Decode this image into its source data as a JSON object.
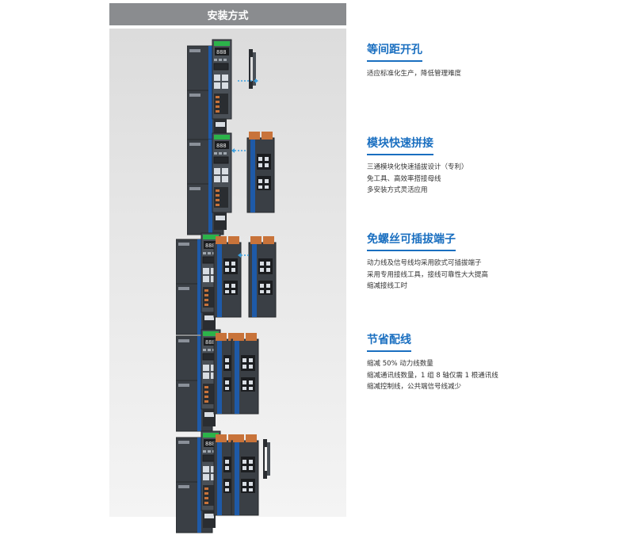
{
  "header": {
    "title": "安装方式"
  },
  "sections": [
    {
      "title": "等间距开孔",
      "lines": [
        "适应标准化生产，降低管理难度"
      ]
    },
    {
      "title": "模块快速拼接",
      "lines": [
        "三通模块化快速插拔设计（专利）",
        "免工具、高效率搭接母线",
        "多安装方式灵活应用"
      ]
    },
    {
      "title": "免螺丝可插拔端子",
      "lines": [
        "动力线及信号线均采用欧式可插拔端子",
        "采用专用接线工具，接线可靠性大大提高",
        "缩减接线工时"
      ]
    },
    {
      "title": "节省配线",
      "lines": [
        "缩减 50% 动力线数量",
        "缩减通讯线数量，1 组 8 轴仅需 1 根通讯线",
        "缩减控制线，公共端信号线减少"
      ]
    }
  ],
  "colors": {
    "accent": "#1a6fc0",
    "header_bg": "#8a8c8f",
    "device_body": "#3a3f45",
    "device_blue": "#1e5aa8",
    "terminal_green": "#2cb34a",
    "terminal_orange": "#c8733a"
  }
}
